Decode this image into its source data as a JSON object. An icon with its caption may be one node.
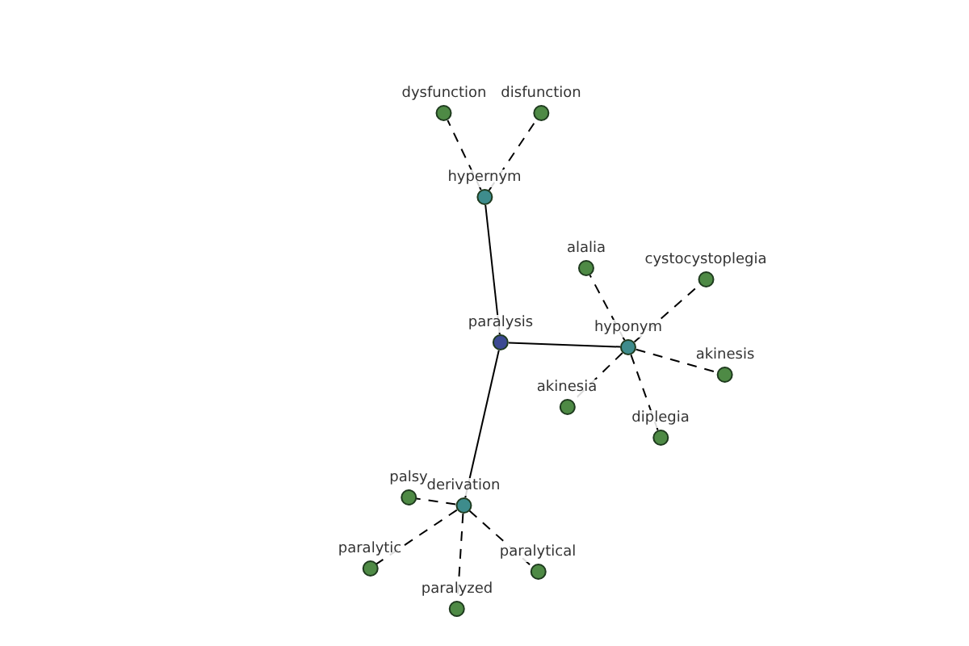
{
  "diagram": {
    "nodes": [
      {
        "text": [
          "paralysis"
        ]
      },
      {
        "text": [
          "dysfunction"
        ]
      },
      {
        "text": [
          "disfunction"
        ]
      },
      {
        "text": [
          "hypernym"
        ]
      },
      {
        "text": [
          "alalia"
        ]
      },
      {
        "text": [
          "cystocystoplegia"
        ]
      },
      {
        "text": [
          "hyponym"
        ]
      },
      {
        "text": [
          "akinesis"
        ]
      },
      {
        "text": [
          "akinesia"
        ]
      },
      {
        "text": [
          "diplegia"
        ]
      },
      {
        "text": [
          "palsy"
        ]
      },
      {
        "text": [
          "derivation"
        ]
      },
      {
        "text": [
          "paralytic"
        ]
      },
      {
        "text": [
          "paralytical"
        ]
      },
      {
        "text": [
          "paralyzed"
        ]
      }
    ],
    "edges": [
      {
        "from": 0,
        "to": 3,
        "arrow": "none"
      },
      {
        "from": 0,
        "to": 6,
        "arrow": "none"
      },
      {
        "from": 0,
        "to": 11,
        "arrow": "none"
      },
      {
        "from": 3,
        "to": 1,
        "arrow": "none",
        "style": "dashed"
      },
      {
        "from": 3,
        "to": 2,
        "arrow": "none",
        "style": "dashed"
      },
      {
        "from": 6,
        "to": 4,
        "arrow": "none",
        "style": "dashed"
      },
      {
        "from": 6,
        "to": 5,
        "arrow": "none",
        "style": "dashed"
      },
      {
        "from": 6,
        "to": 7,
        "arrow": "none",
        "style": "dashed"
      },
      {
        "from": 6,
        "to": 8,
        "arrow": "none",
        "style": "dashed"
      },
      {
        "from": 6,
        "to": 9,
        "arrow": "none",
        "style": "dashed"
      },
      {
        "from": 11,
        "to": 10,
        "arrow": "none",
        "style": "dashed"
      },
      {
        "from": 11,
        "to": 12,
        "arrow": "none",
        "style": "dashed"
      },
      {
        "from": 11,
        "to": 13,
        "arrow": "none",
        "style": "dashed"
      },
      {
        "from": 11,
        "to": 14,
        "arrow": "none",
        "style": "dashed"
      }
    ]
  }
}
